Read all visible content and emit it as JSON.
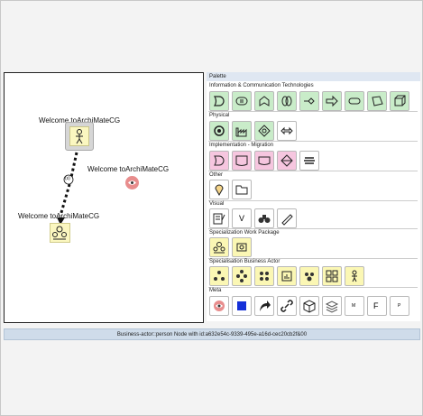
{
  "canvas": {
    "nodes": [
      {
        "label": "Welcome toArchiMateCG",
        "icon": "business-actor-icon"
      },
      {
        "label": "Welcome toArchiMateCG",
        "icon": "eye-icon"
      },
      {
        "label": "Welcome toArchiMateCG",
        "icon": "work-package-icon"
      }
    ],
    "connector_label": "(s)"
  },
  "palette": {
    "title": "Palette",
    "sections": [
      {
        "label": "Information & Communication Technologies"
      },
      {
        "label": "Physical"
      },
      {
        "label": "Implementation - Migration"
      },
      {
        "label": "Other"
      },
      {
        "label": "Visual"
      },
      {
        "label": "Specialization Work Package"
      },
      {
        "label": "Specialisation Business Actor"
      },
      {
        "label": "Meta"
      }
    ],
    "meta_texts": [
      "M",
      "F",
      "P"
    ],
    "visual_text": "V"
  },
  "status": {
    "text": "Business-actor::person Node with id:a632e54c-9339-495e-a16d-cec20cb2f&00"
  },
  "colors": {
    "green": "#c9ecc9",
    "pink": "#f6c6df",
    "yellow": "#fbf7b4",
    "eye": "#e88d8d",
    "blue": "#1530d8"
  }
}
